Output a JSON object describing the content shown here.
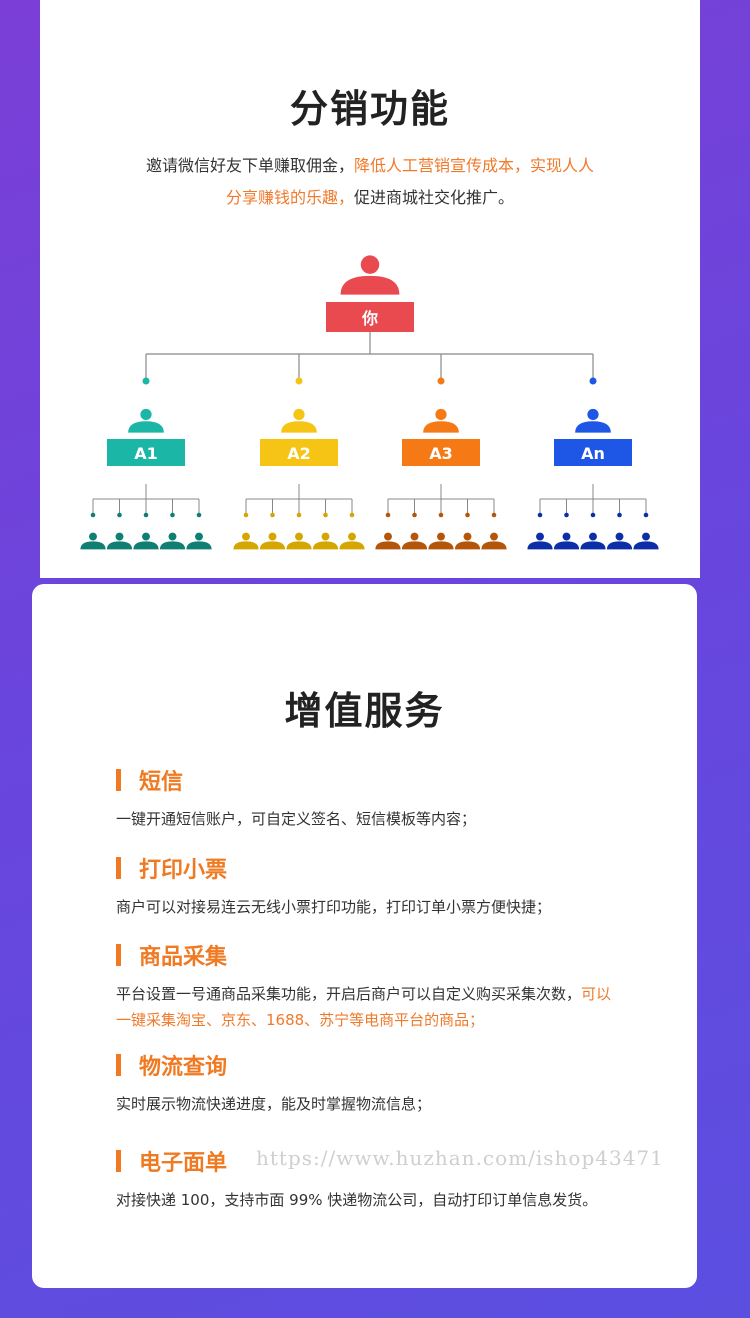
{
  "section1": {
    "title": "分销功能",
    "intro_part1": "邀请微信好友下单赚取佣金，",
    "intro_highlight1": "降低人工营销宣传成本，实现人人",
    "intro_highlight2": "分享赚钱的乐趣，",
    "intro_part2": "促进商城社交化推广。"
  },
  "tree": {
    "root": {
      "label": "你",
      "color": "#e84a4f"
    },
    "children": [
      {
        "label": "A1",
        "color": "#1bb6a6",
        "sub_color": "#0e7f72"
      },
      {
        "label": "A2",
        "color": "#f5c414",
        "sub_color": "#d6a600"
      },
      {
        "label": "A3",
        "color": "#f57a16",
        "sub_color": "#b4560a"
      },
      {
        "label": "An",
        "color": "#1e56e6",
        "sub_color": "#0c2fa8"
      }
    ]
  },
  "section2": {
    "title": "增值服务",
    "services": [
      {
        "title": "短信",
        "desc": "一键开通短信账户，可自定义签名、短信模板等内容；"
      },
      {
        "title": "打印小票",
        "desc": "商户可以对接易连云无线小票打印功能，打印订单小票方便快捷；"
      },
      {
        "title": "商品采集",
        "desc": "平台设置一号通商品采集功能，开启后商户可以自定义购买采集次数，",
        "desc_highlight": "可以一键采集淘宝、京东、1688、苏宁等电商平台的商品；"
      },
      {
        "title": "物流查询",
        "desc": "实时展示物流快递进度，能及时掌握物流信息；"
      },
      {
        "title": "电子面单",
        "desc": "对接快递 100，支持市面 99% 快递物流公司，自动打印订单信息发货。"
      }
    ]
  },
  "watermark": "https://www.huzhan.com/ishop43471",
  "colors": {
    "accent": "#ef7a22"
  }
}
